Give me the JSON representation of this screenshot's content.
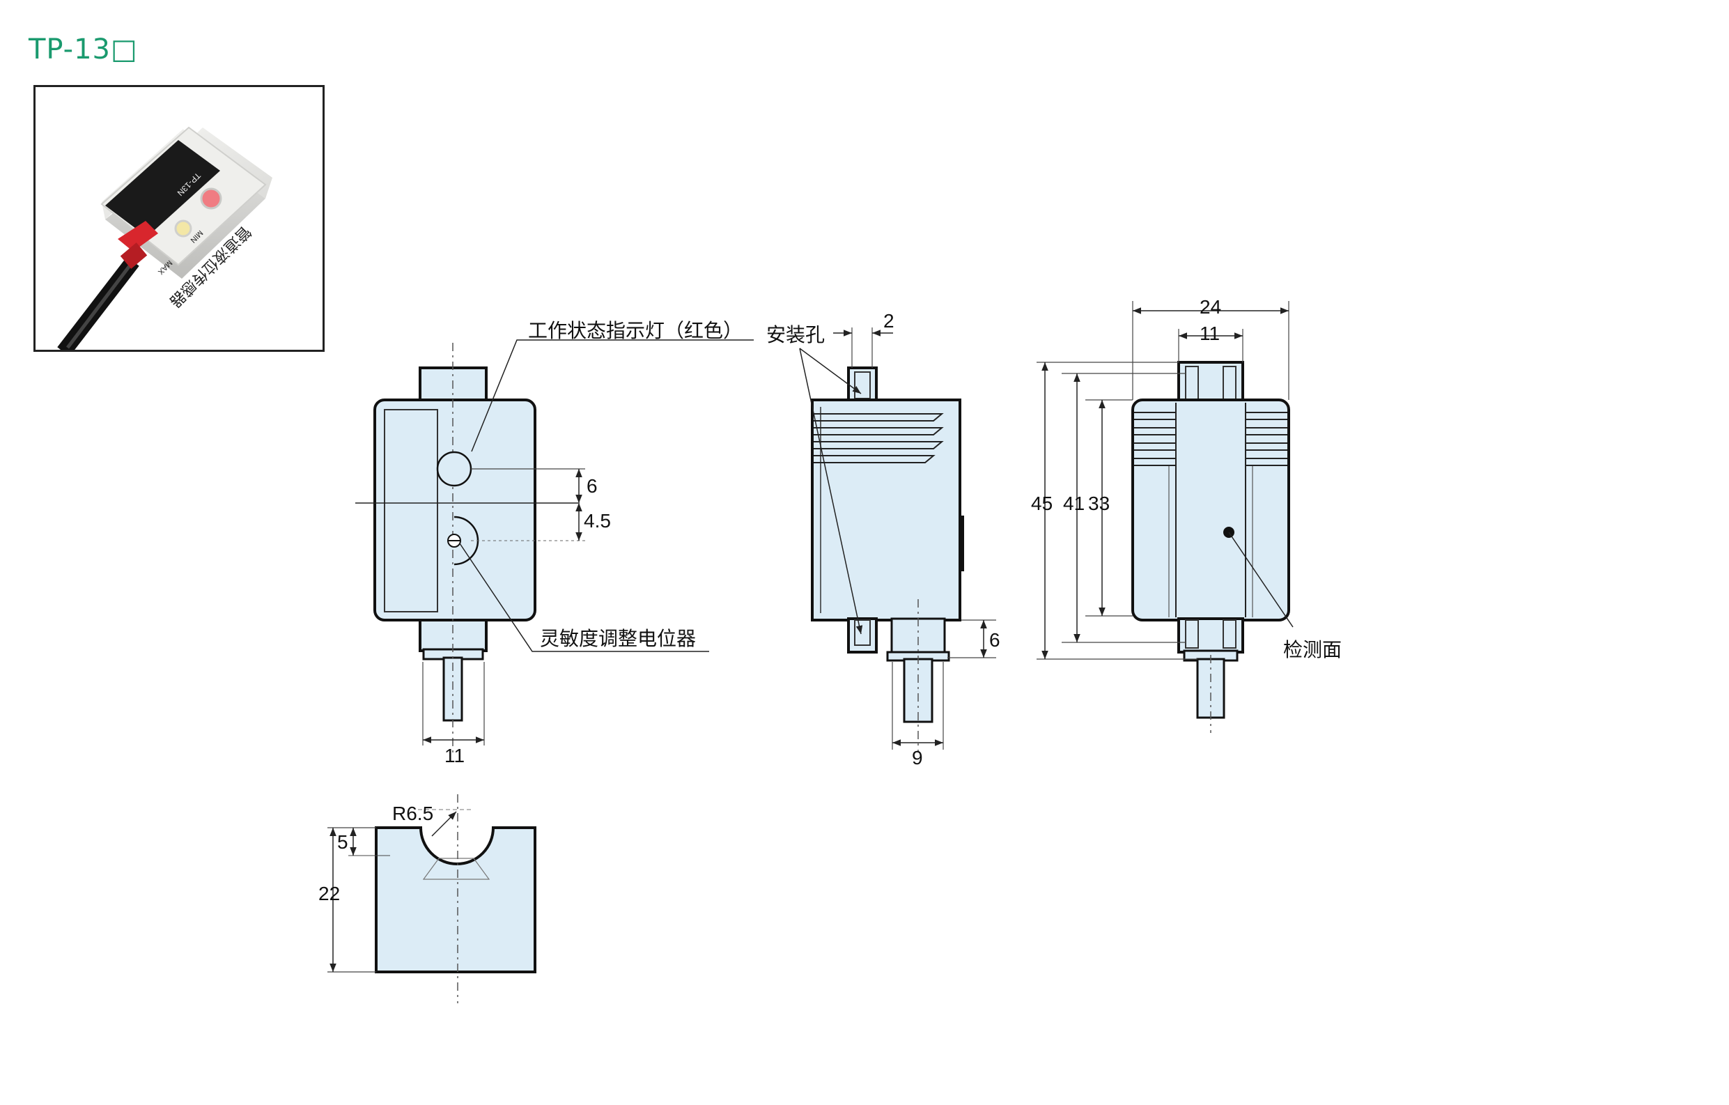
{
  "title": "TP-13□",
  "photo": {
    "product_label": "TP-13N",
    "brand_text": "管道液位传感器",
    "min_label": "MIN",
    "max_label": "MAX",
    "min_indicator_color": "#f07c82",
    "max_indicator_color": "#f3e7a6",
    "cable_collar_color": "#d8262d"
  },
  "callouts": {
    "indicator_light": "工作状态指示灯（红色）",
    "sensitivity_pot": "灵敏度调整电位器",
    "mounting_hole": "安装孔",
    "detection_face": "检测面"
  },
  "dimensions": {
    "front_cable_width": "11",
    "front_led_offset": "6",
    "front_pot_offset": "4.5",
    "side_hole_width": "2",
    "side_bottom_height": "6",
    "side_cable_width": "9",
    "back_total_width": "24",
    "back_neck_width": "11",
    "back_total_height": "45",
    "back_body_height": "41",
    "back_inner_height": "33",
    "saddle_radius": "R6.5",
    "saddle_depth": "5",
    "saddle_height": "22"
  },
  "colors": {
    "title": "#1a9a6e",
    "body_fill": "#dcecf6",
    "outline": "#111111"
  }
}
